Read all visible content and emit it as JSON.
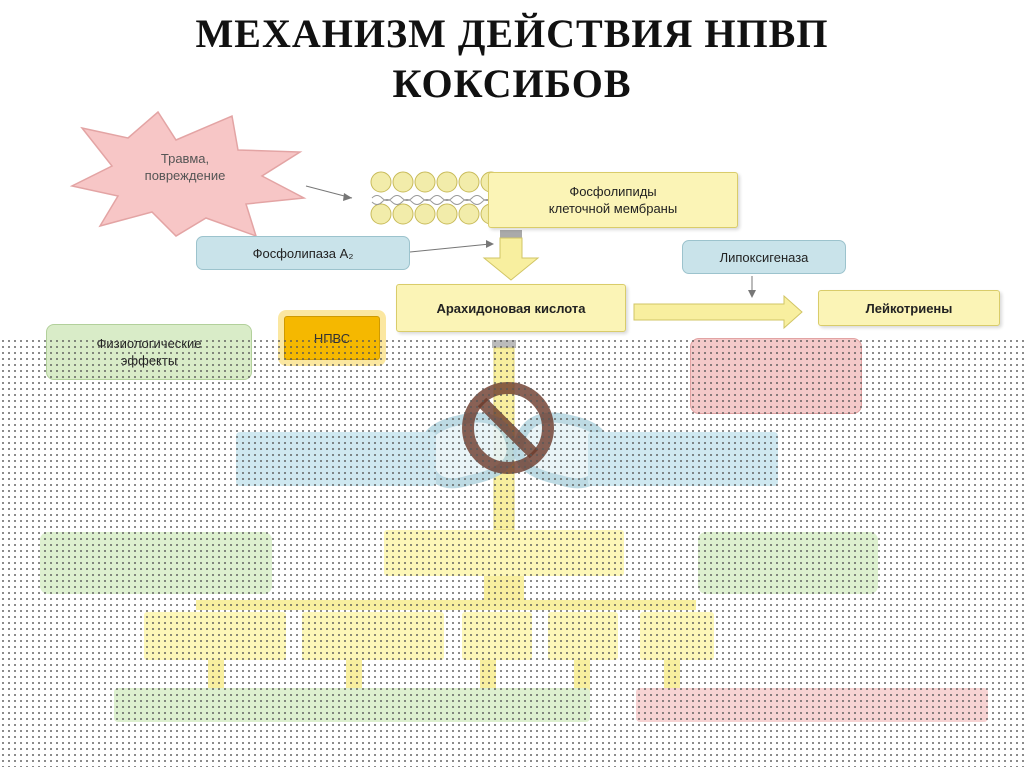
{
  "title": {
    "line1": "МЕХАНИЗМ ДЕЙСТВИЯ НПВП",
    "line2": "КОКСИБОВ"
  },
  "nodes": {
    "trauma": "Травма,\nповреждение",
    "phospholipids": "Фосфолипиды\nклеточной мембраны",
    "phospholipase": "Фосфолипаза А₂",
    "lipoxygenase": "Липоксигеназа",
    "arachidonic": "Арахидоновая кислота",
    "leukotrienes": "Лейкотриены",
    "physiological": "Физиологические\nэффекты",
    "nsaid": "НПВС"
  },
  "colors": {
    "yellow": "#fbf4b6",
    "blue": "#c9e3ea",
    "green": "#d9ecc8",
    "pink": "#f4c9c9",
    "orange": "#f5b800",
    "inhibit": "#6b3a2a",
    "trauma_star": "#f7c6c6"
  },
  "icons": {
    "inhibition": "prohibition-sign-icon",
    "trauma": "starburst-icon"
  }
}
